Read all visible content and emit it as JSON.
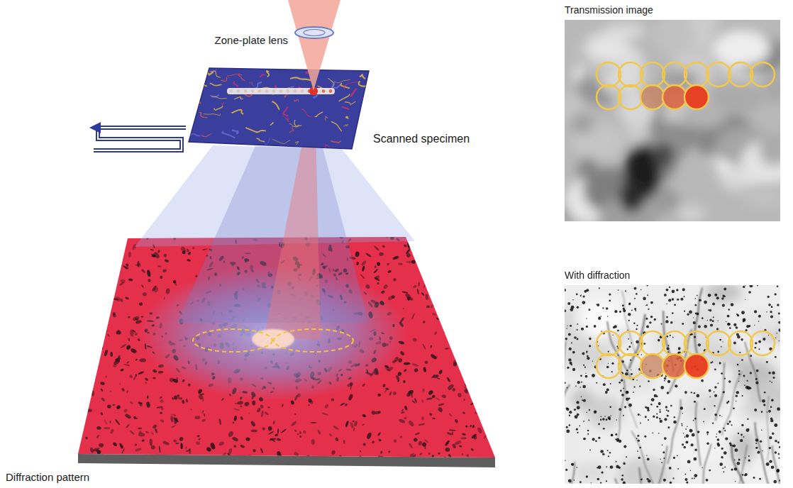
{
  "diagram": {
    "nodes": [
      {
        "text": [
          "Transmission image"
        ]
      },
      {
        "text": [
          "With diffraction"
        ]
      }
    ],
    "labels": [
      "Zone-plate lens",
      "Scanned specimen",
      "Diffraction pattern"
    ]
  }
}
